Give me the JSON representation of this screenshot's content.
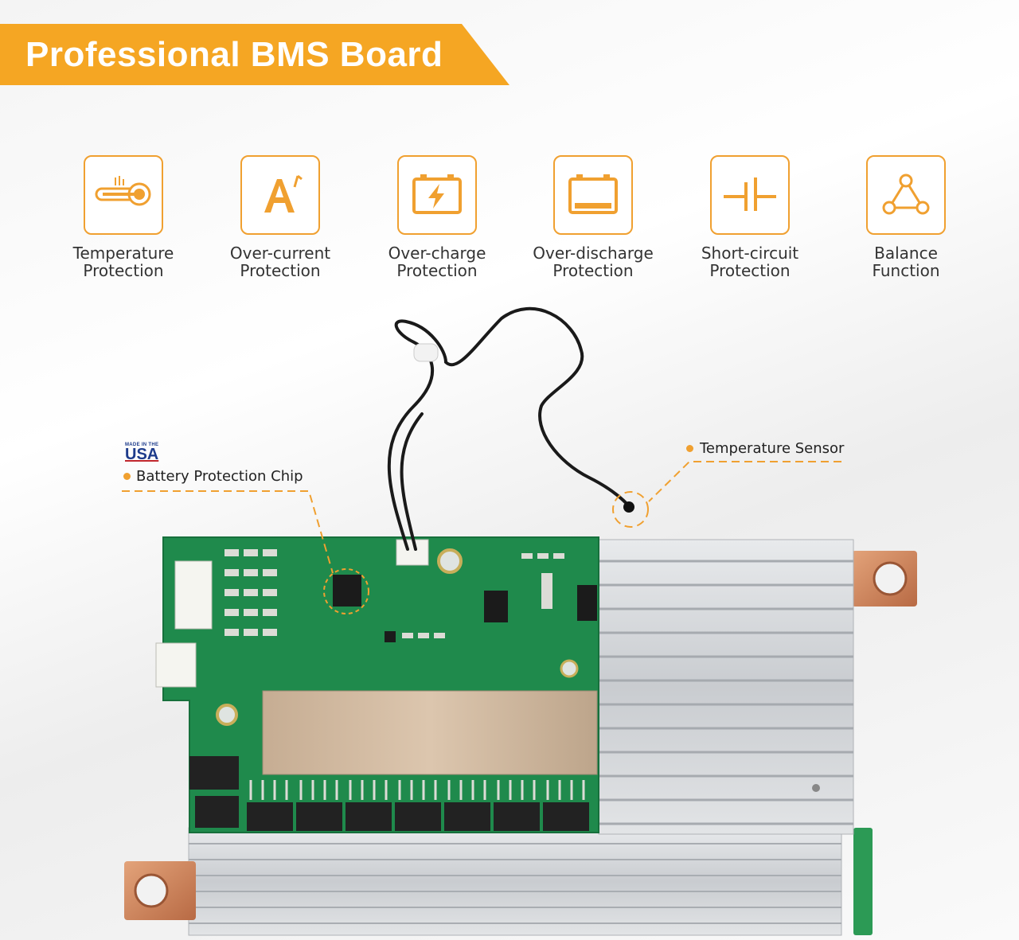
{
  "banner": {
    "title": "Professional BMS Board",
    "color": "#f5a623"
  },
  "accent_color": "#f0a030",
  "features": [
    {
      "icon": "thermometer-icon",
      "line1": "Temperature",
      "line2": "Protection"
    },
    {
      "icon": "current-a-icon",
      "line1": "Over-current",
      "line2": "Protection"
    },
    {
      "icon": "battery-charge-icon",
      "line1": "Over-charge",
      "line2": "Protection"
    },
    {
      "icon": "battery-discharge-icon",
      "line1": "Over-discharge",
      "line2": "Protection"
    },
    {
      "icon": "short-circuit-icon",
      "line1": "Short-circuit",
      "line2": "Protection"
    },
    {
      "icon": "balance-triangle-icon",
      "line1": "Balance",
      "line2": "Function"
    }
  ],
  "callouts": {
    "chip": "Battery Protection Chip",
    "sensor": "Temperature Sensor"
  },
  "usa_logo": {
    "small": "MADE IN THE",
    "big": "USA"
  }
}
